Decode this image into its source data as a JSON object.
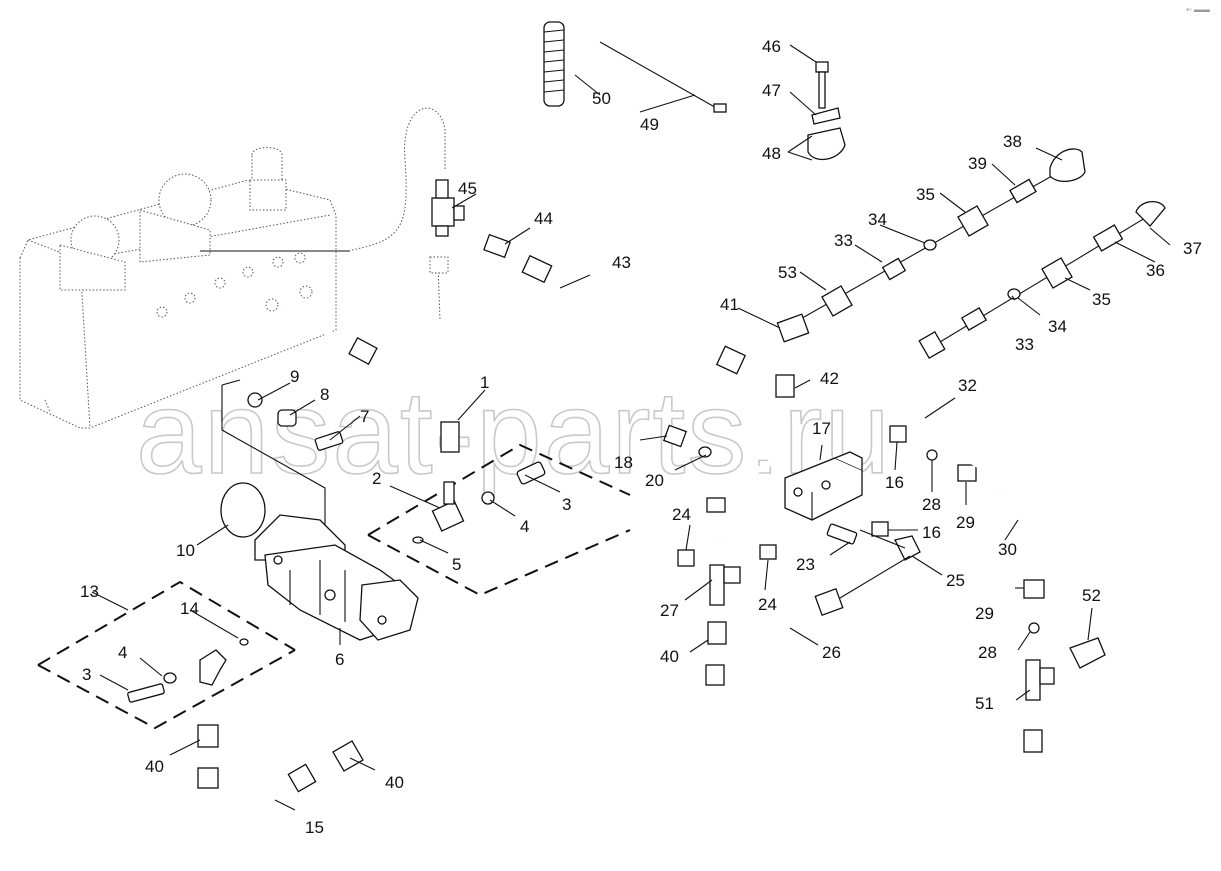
{
  "watermark": "ansat-parts.ru",
  "corner_mark": "▪▫ ▬▬",
  "parts": [
    {
      "n": "1"
    },
    {
      "n": "2"
    },
    {
      "n": "3"
    },
    {
      "n": "3"
    },
    {
      "n": "4"
    },
    {
      "n": "4"
    },
    {
      "n": "5"
    },
    {
      "n": "6"
    },
    {
      "n": "7"
    },
    {
      "n": "8"
    },
    {
      "n": "9"
    },
    {
      "n": "10"
    },
    {
      "n": "13"
    },
    {
      "n": "14"
    },
    {
      "n": "15"
    },
    {
      "n": "16"
    },
    {
      "n": "16"
    },
    {
      "n": "17"
    },
    {
      "n": "18"
    },
    {
      "n": "20"
    },
    {
      "n": "23"
    },
    {
      "n": "24"
    },
    {
      "n": "24"
    },
    {
      "n": "25"
    },
    {
      "n": "26"
    },
    {
      "n": "27"
    },
    {
      "n": "28"
    },
    {
      "n": "28"
    },
    {
      "n": "29"
    },
    {
      "n": "29"
    },
    {
      "n": "30"
    },
    {
      "n": "32"
    },
    {
      "n": "33"
    },
    {
      "n": "33"
    },
    {
      "n": "34"
    },
    {
      "n": "34"
    },
    {
      "n": "35"
    },
    {
      "n": "35"
    },
    {
      "n": "36"
    },
    {
      "n": "37"
    },
    {
      "n": "38"
    },
    {
      "n": "39"
    },
    {
      "n": "40"
    },
    {
      "n": "40"
    },
    {
      "n": "40"
    },
    {
      "n": "41"
    },
    {
      "n": "42"
    },
    {
      "n": "43"
    },
    {
      "n": "44"
    },
    {
      "n": "45"
    },
    {
      "n": "46"
    },
    {
      "n": "47"
    },
    {
      "n": "48"
    },
    {
      "n": "49"
    },
    {
      "n": "50"
    },
    {
      "n": "51"
    },
    {
      "n": "52"
    },
    {
      "n": "53"
    }
  ]
}
